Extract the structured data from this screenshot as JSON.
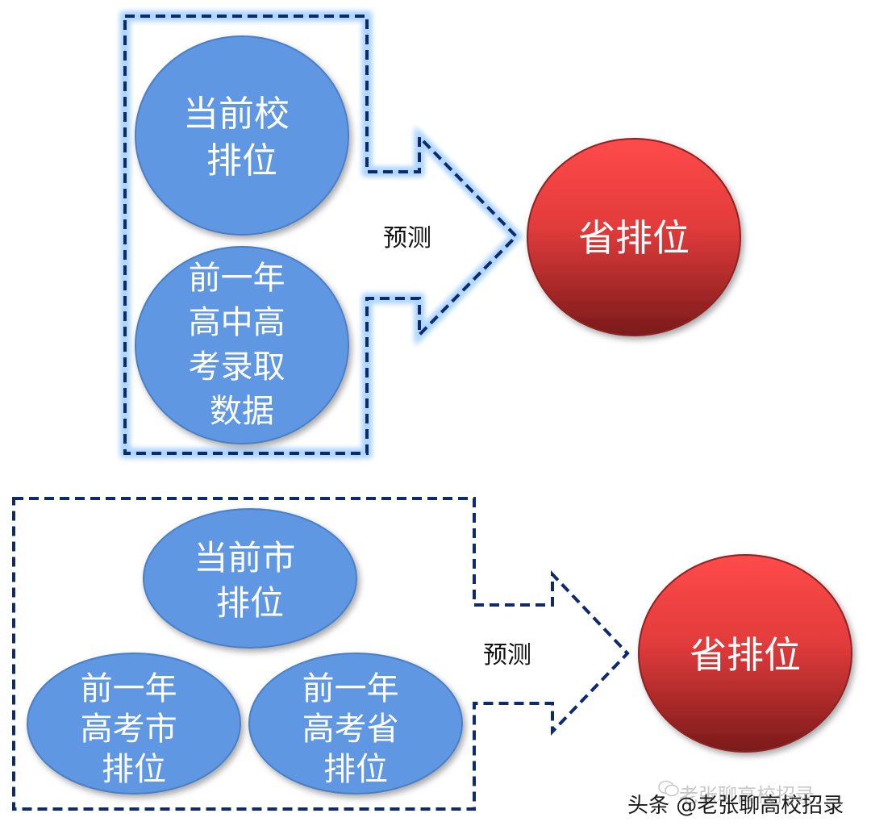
{
  "colors": {
    "ellipse_blue": "#5f97e3",
    "ellipse_blue_stroke": "#4a7fc6",
    "red_top": "#ff4a4a",
    "red_bottom": "#7a1a1a",
    "dash": "#0d2a6e",
    "glow": "#a7d2ff"
  },
  "top_group": {
    "nodes": [
      {
        "lines": [
          "当前校",
          "排位"
        ]
      },
      {
        "lines": [
          "前一年",
          "高中高",
          "考录取",
          "数据"
        ]
      }
    ],
    "arrow_label": "预测",
    "result": {
      "lines": [
        "省排位"
      ]
    }
  },
  "bottom_group": {
    "nodes": [
      {
        "lines": [
          "当前市",
          "排位"
        ]
      },
      {
        "lines": [
          "前一年",
          "高考市",
          "排位"
        ]
      },
      {
        "lines": [
          "前一年",
          "高考省",
          "排位"
        ]
      }
    ],
    "arrow_label": "预测",
    "result": {
      "lines": [
        "省排位"
      ]
    }
  },
  "watermark": {
    "main": "头条 @老张聊高校招录",
    "ghost": "老张聊高校招录",
    "icon": "wechat-icon"
  }
}
